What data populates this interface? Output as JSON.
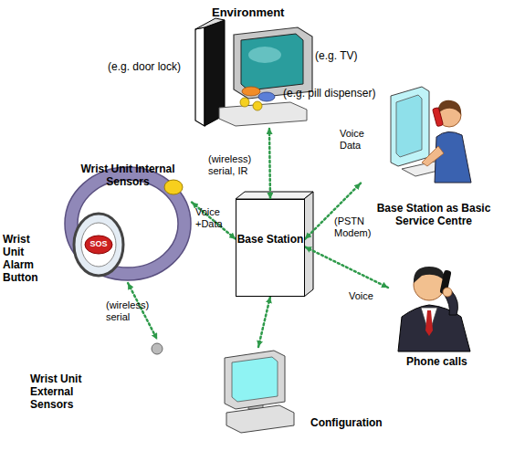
{
  "diagram": {
    "nodes": [
      {
        "text": [
          "Environment",
          "(e.g. door lock)",
          "(e.g. TV)",
          "(e.g. pill dispenser)"
        ]
      },
      {
        "text": [
          "Wrist Unit Internal Sensors",
          "Wrist Unit Alarm Button"
        ]
      },
      {
        "text": [
          "Base Station"
        ]
      },
      {
        "text": [
          "Base Station as Basic Service Centre"
        ]
      },
      {
        "text": [
          "Phone calls"
        ]
      },
      {
        "text": [
          "Wrist Unit External Sensors"
        ]
      },
      {
        "text": [
          "Configuration"
        ]
      }
    ],
    "edges": [
      {
        "from": 2,
        "to": 0,
        "arrow": "both",
        "label": "(wireless) serial, IR"
      },
      {
        "from": 1,
        "to": 2,
        "arrow": "both",
        "label": "Voice +Data"
      },
      {
        "from": 2,
        "to": 3,
        "arrow": "both",
        "label": "Voice Data"
      },
      {
        "from": 2,
        "to": 4,
        "arrow": "both",
        "label": "Voice"
      },
      {
        "from": 1,
        "to": 5,
        "arrow": "both",
        "label": "(wireless) serial"
      },
      {
        "from": 2,
        "to": 6,
        "arrow": "both"
      }
    ],
    "labels": [
      "(PSTN Modem)",
      "SOS"
    ]
  }
}
